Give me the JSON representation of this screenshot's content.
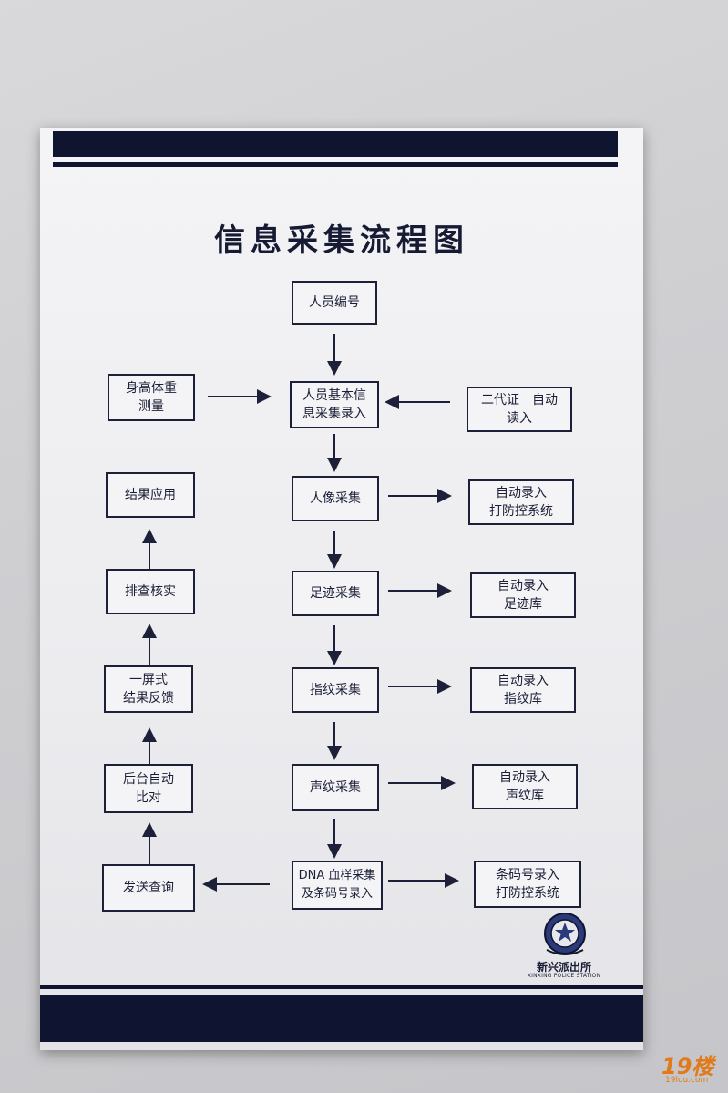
{
  "title": "信息采集流程图",
  "nodes": {
    "renyuan_bianhao": "人员编号",
    "jiben_xinxi": "人员基本信\n息采集录入",
    "shengao_tizhong": "身高体重\n测量",
    "erdaizheng": "二代证　自动\n读入",
    "renxiang": "人像采集",
    "zidong_fangkong": "自动录入\n打防控系统",
    "zuji": "足迹采集",
    "zidong_zuji": "自动录入\n足迹库",
    "zhiwen": "指纹采集",
    "zidong_zhiwen": "自动录入\n指纹库",
    "shengwen": "声纹采集",
    "zidong_shengwen": "自动录入\n声纹库",
    "dna": "DNA 血样采集\n及条码号录入",
    "tiaoma": "条码号录入\n打防控系统",
    "fasong": "发送查询",
    "houtai": "后台自动\n比对",
    "yipingshi": "一屏式\n结果反馈",
    "paicha": "排查核实",
    "jieguo": "结果应用"
  },
  "station": {
    "name_cn": "新兴派出所",
    "name_en": "XINXING POLICE STATION",
    "emblem_icon": "police-emblem-icon"
  },
  "watermark": {
    "top": "19楼",
    "bottom": "19lou.com"
  },
  "colors": {
    "ink": "#1a1e36",
    "band": "#0f1430",
    "watermark": "#e07a1a"
  }
}
